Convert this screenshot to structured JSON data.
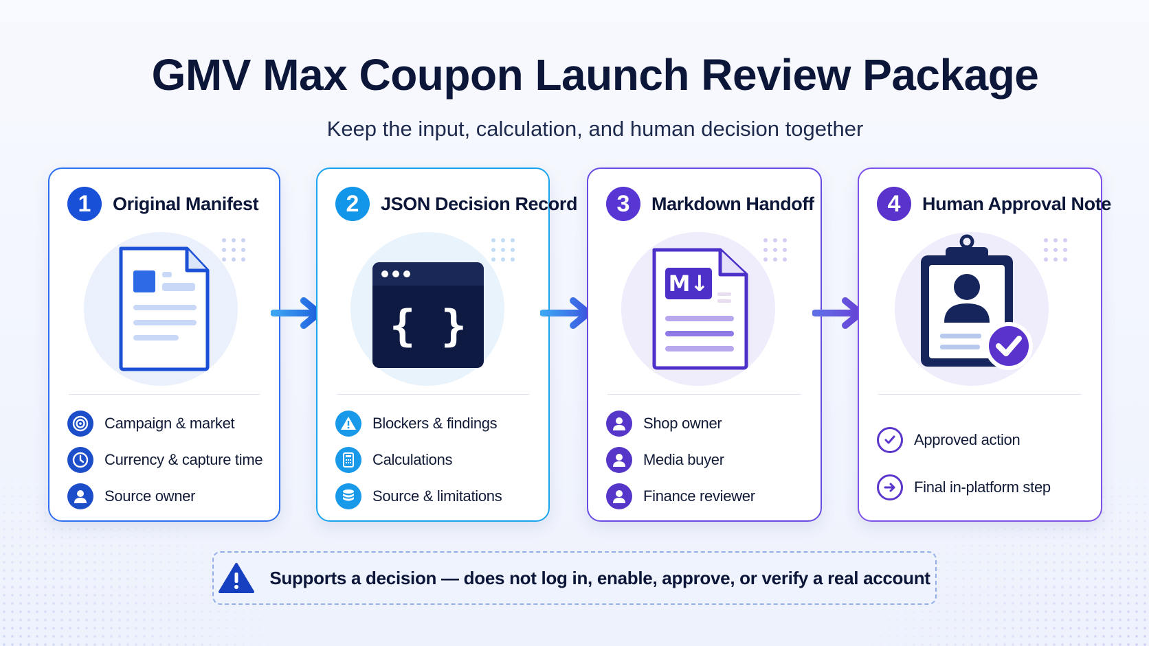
{
  "title": "GMV Max Coupon Launch Review Package",
  "subtitle": "Keep the input, calculation, and human decision together",
  "steps": [
    {
      "number": "1",
      "title": "Original Manifest",
      "icon": "document-icon",
      "items": [
        {
          "label": "Campaign & market",
          "icon": "target-icon"
        },
        {
          "label": "Currency & capture time",
          "icon": "clock-icon"
        },
        {
          "label": "Source owner",
          "icon": "user-icon"
        }
      ]
    },
    {
      "number": "2",
      "title": "JSON Decision Record",
      "icon": "code-window-icon",
      "hero_text": "{ }",
      "items": [
        {
          "label": "Blockers & findings",
          "icon": "warning-icon"
        },
        {
          "label": "Calculations",
          "icon": "calculator-icon"
        },
        {
          "label": "Source & limitations",
          "icon": "database-icon"
        }
      ]
    },
    {
      "number": "3",
      "title": "Markdown Handoff",
      "icon": "markdown-document-icon",
      "hero_text": "M↓",
      "items": [
        {
          "label": "Shop owner",
          "icon": "user-icon"
        },
        {
          "label": "Media buyer",
          "icon": "user-icon"
        },
        {
          "label": "Finance reviewer",
          "icon": "user-icon"
        }
      ]
    },
    {
      "number": "4",
      "title": "Human Approval Note",
      "icon": "clipboard-approval-icon",
      "items": [
        {
          "label": "Approved action",
          "icon": "check-circle-icon"
        },
        {
          "label": "Final in-platform step",
          "icon": "arrow-right-circle-icon"
        }
      ]
    }
  ],
  "notice": {
    "icon": "warning-triangle-icon",
    "text": "Supports a decision — does not log in, enable, approve, or verify a real account"
  },
  "colors": {
    "step1": "#1850d8",
    "step2": "#1296ea",
    "step3": "#5736d4",
    "step4": "#5a33cc",
    "title": "#0c1638"
  }
}
